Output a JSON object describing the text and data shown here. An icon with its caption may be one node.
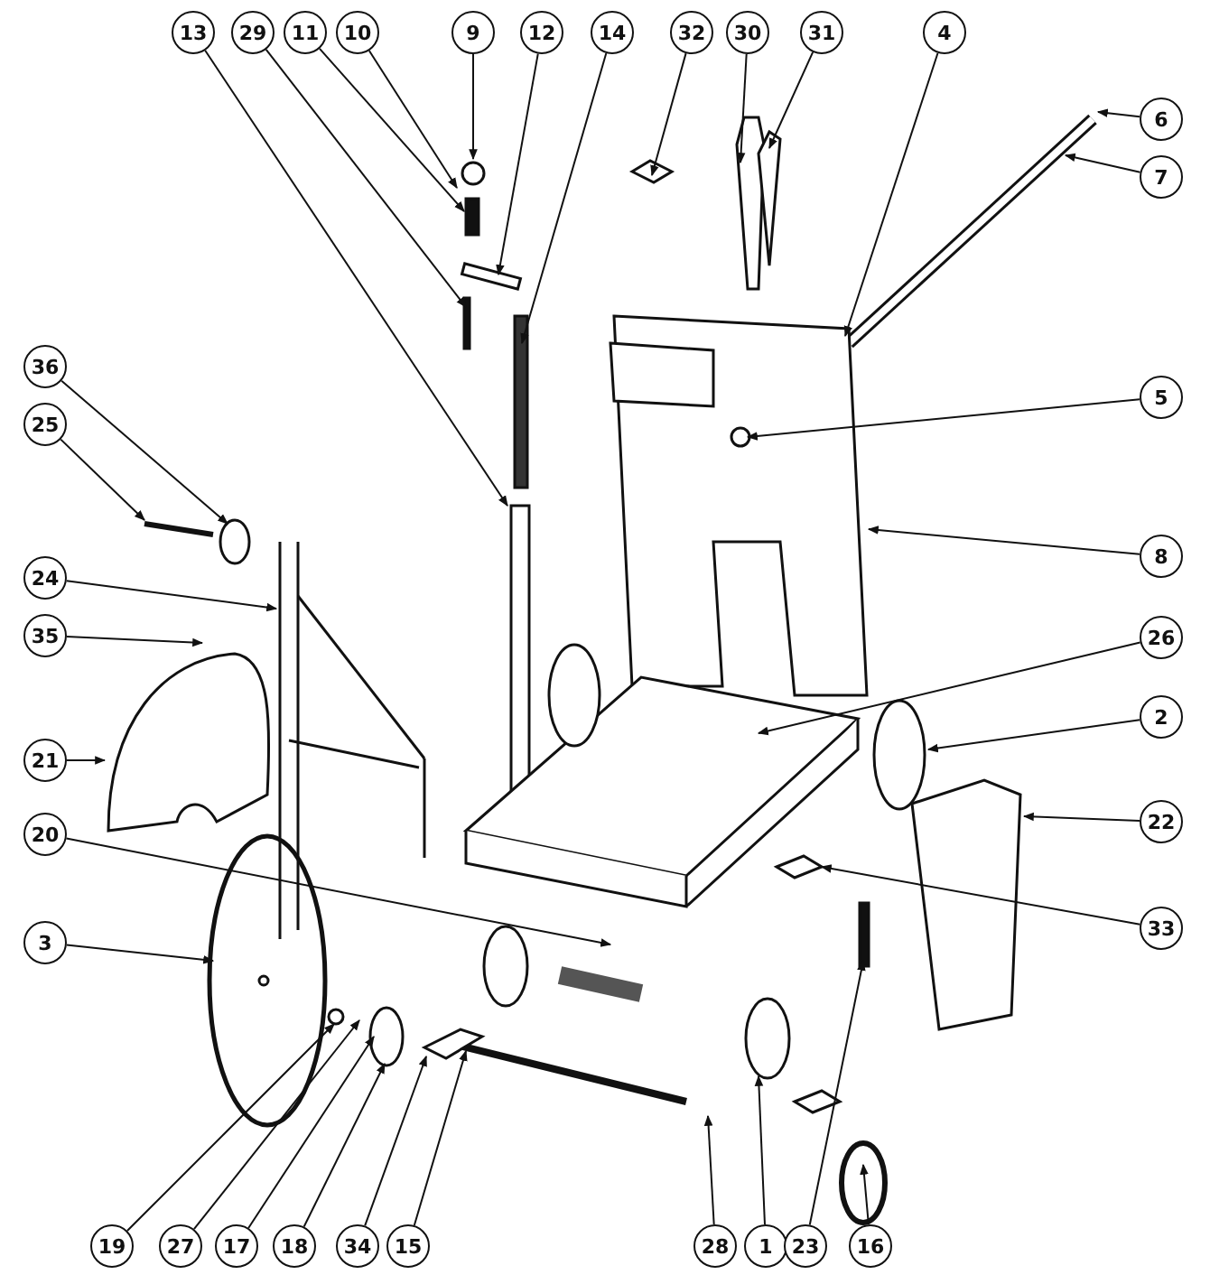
{
  "diagram": {
    "nodes": [
      {
        "text": [
          "13"
        ]
      },
      {
        "text": [
          "29"
        ]
      },
      {
        "text": [
          "11"
        ]
      },
      {
        "text": [
          "10"
        ]
      },
      {
        "text": [
          "9"
        ]
      },
      {
        "text": [
          "12"
        ]
      },
      {
        "text": [
          "14"
        ]
      },
      {
        "text": [
          "32"
        ]
      },
      {
        "text": [
          "30"
        ]
      },
      {
        "text": [
          "31"
        ]
      },
      {
        "text": [
          "4"
        ]
      },
      {
        "text": [
          "6"
        ]
      },
      {
        "text": [
          "7"
        ]
      },
      {
        "text": [
          "5"
        ]
      },
      {
        "text": [
          "8"
        ]
      },
      {
        "text": [
          "26"
        ]
      },
      {
        "text": [
          "2"
        ]
      },
      {
        "text": [
          "22"
        ]
      },
      {
        "text": [
          "33"
        ]
      },
      {
        "text": [
          "36"
        ]
      },
      {
        "text": [
          "25"
        ]
      },
      {
        "text": [
          "24"
        ]
      },
      {
        "text": [
          "35"
        ]
      },
      {
        "text": [
          "21"
        ]
      },
      {
        "text": [
          "20"
        ]
      },
      {
        "text": [
          "3"
        ]
      },
      {
        "text": [
          "19"
        ]
      },
      {
        "text": [
          "27"
        ]
      },
      {
        "text": [
          "17"
        ]
      },
      {
        "text": [
          "18"
        ]
      },
      {
        "text": [
          "34"
        ]
      },
      {
        "text": [
          "15"
        ]
      },
      {
        "text": [
          "28"
        ]
      },
      {
        "text": [
          "1"
        ]
      },
      {
        "text": [
          "23"
        ]
      },
      {
        "text": [
          "16"
        ]
      }
    ],
    "edges": [
      {
        "from": 0,
        "to": null,
        "arrow": "to"
      },
      {
        "from": 1,
        "to": null,
        "arrow": "to"
      },
      {
        "from": 2,
        "to": null,
        "arrow": "to"
      },
      {
        "from": 3,
        "to": null,
        "arrow": "to"
      },
      {
        "from": 4,
        "to": null,
        "arrow": "to"
      },
      {
        "from": 5,
        "to": null,
        "arrow": "to"
      },
      {
        "from": 6,
        "to": null,
        "arrow": "to"
      },
      {
        "from": 7,
        "to": null,
        "arrow": "to"
      },
      {
        "from": 8,
        "to": null,
        "arrow": "to"
      },
      {
        "from": 9,
        "to": null,
        "arrow": "to"
      },
      {
        "from": 10,
        "to": null,
        "arrow": "to"
      },
      {
        "from": 11,
        "to": null,
        "arrow": "to"
      },
      {
        "from": 12,
        "to": null,
        "arrow": "to"
      },
      {
        "from": 13,
        "to": null,
        "arrow": "to"
      },
      {
        "from": 14,
        "to": null,
        "arrow": "to"
      },
      {
        "from": 15,
        "to": null,
        "arrow": "to"
      },
      {
        "from": 16,
        "to": null,
        "arrow": "to"
      },
      {
        "from": 17,
        "to": null,
        "arrow": "to"
      },
      {
        "from": 18,
        "to": null,
        "arrow": "to"
      },
      {
        "from": 19,
        "to": null,
        "arrow": "to"
      },
      {
        "from": 20,
        "to": null,
        "arrow": "to"
      },
      {
        "from": 21,
        "to": null,
        "arrow": "to"
      },
      {
        "from": 22,
        "to": null,
        "arrow": "to"
      },
      {
        "from": 23,
        "to": null,
        "arrow": "to"
      },
      {
        "from": 24,
        "to": null,
        "arrow": "to"
      },
      {
        "from": 25,
        "to": null,
        "arrow": "to"
      },
      {
        "from": 26,
        "to": null,
        "arrow": "to"
      },
      {
        "from": 27,
        "to": null,
        "arrow": "to"
      },
      {
        "from": 28,
        "to": null,
        "arrow": "to"
      },
      {
        "from": 29,
        "to": null,
        "arrow": "to"
      },
      {
        "from": 30,
        "to": null,
        "arrow": "to"
      },
      {
        "from": 31,
        "to": null,
        "arrow": "to"
      },
      {
        "from": 32,
        "to": null,
        "arrow": "to"
      },
      {
        "from": 33,
        "to": null,
        "arrow": "to"
      },
      {
        "from": 34,
        "to": null,
        "arrow": "to"
      },
      {
        "from": 35,
        "to": null,
        "arrow": "to"
      }
    ]
  }
}
